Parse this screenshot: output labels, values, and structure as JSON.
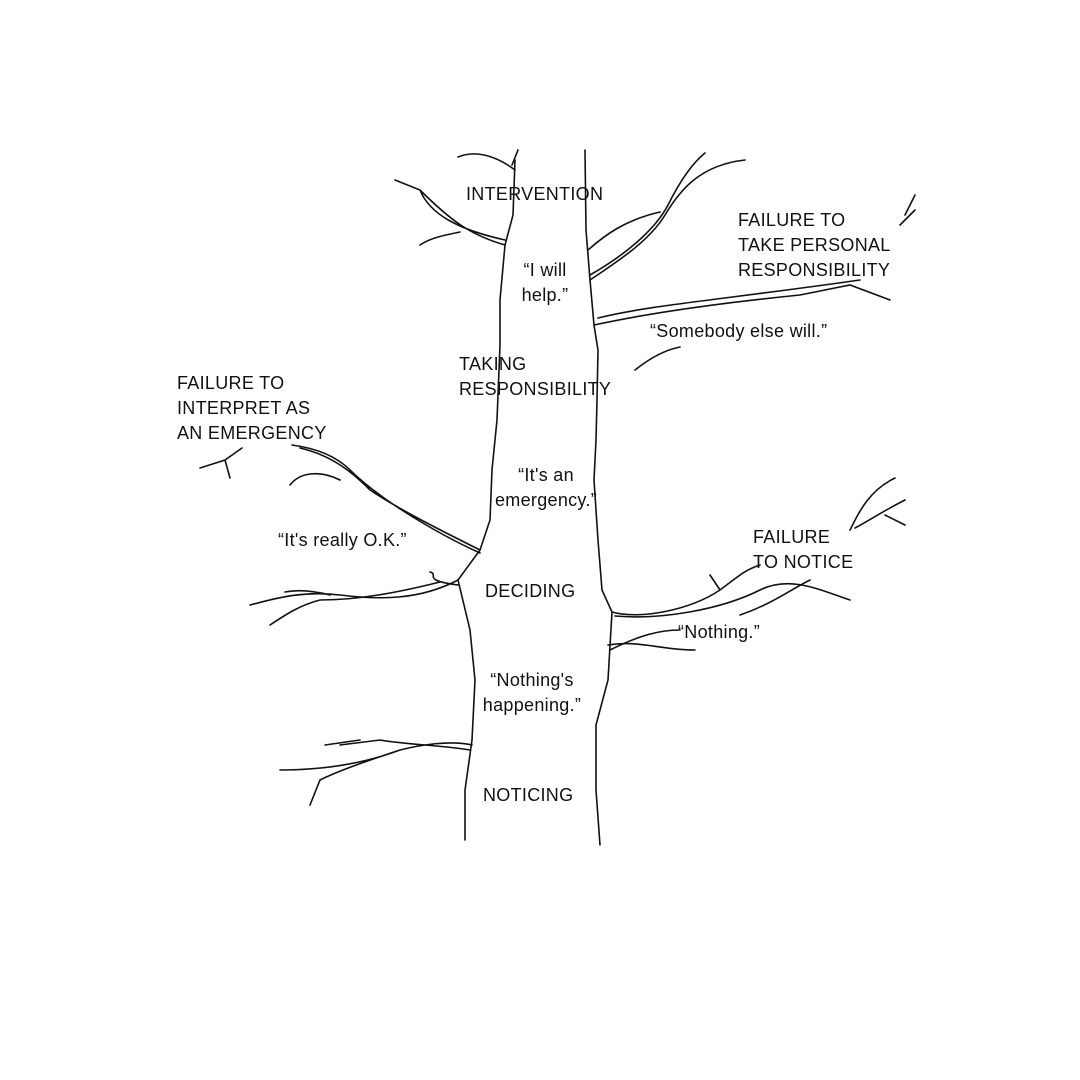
{
  "stages": {
    "intervention": "INTERVENTION",
    "taking_responsibility": "TAKING\nRESPONSIBILITY",
    "emergency": "“It's an\nemergency.”",
    "deciding": "DECIDING",
    "noticing": "NOTICING"
  },
  "quotes": {
    "i_will_help": "“I will\nhelp.”",
    "somebody_else": "“Somebody else will.”",
    "really_ok": "“It's really O.K.”",
    "nothing": "“Nothing.”",
    "nothings_happening": "“Nothing's\nhappening.”"
  },
  "failures": {
    "personal_responsibility": "FAILURE TO\nTAKE PERSONAL\nRESPONSIBILITY",
    "interpret": "FAILURE TO\nINTERPRET AS\nAN EMERGENCY",
    "notice": "FAILURE\nTO NOTICE"
  }
}
